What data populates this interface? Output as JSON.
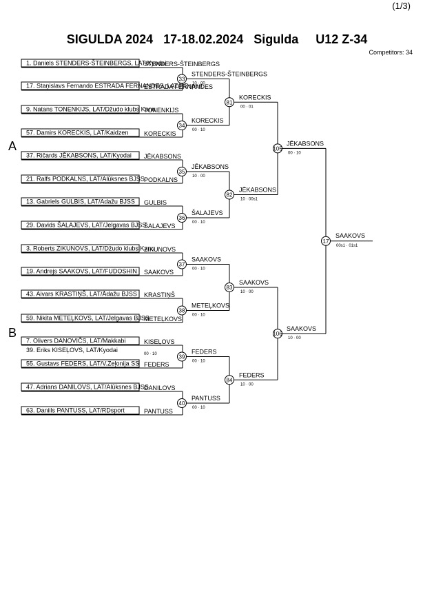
{
  "page_number": "(1/3)",
  "title": "SIGULDA 2024   17-18.02.2024   Sigulda     U12 Z-34",
  "competitors": "Competitors: 34",
  "pools": [
    "A",
    "B"
  ],
  "entries": [
    {
      "seed": "1. Daniels STENDERS-ŠTEINBERGS, LAT/Kyodai",
      "short": "STENDERS-ŠTEINBERGS"
    },
    {
      "seed": "17. Staņislavs Fernando ESTRADA FERNANDES, LAT/RDsport",
      "short": "ESTRADA FERNANDES"
    },
    {
      "seed": "9. Natans TONENKIJS, LAT/Džudo klubs Kanu",
      "short": "TONENKIJS"
    },
    {
      "seed": "57. Damirs KORECKIS, LAT/Kaidzen",
      "short": "KORECKIS"
    },
    {
      "seed": "37. Ričards JĒKABSONS, LAT/Kyodai",
      "short": "JĒKABSONS"
    },
    {
      "seed": "21. Ralfs PODKALNS, LAT/Alūksnes BJSS",
      "short": "PODKALNS"
    },
    {
      "seed": "13. Gabriels GULBIS, LAT/Adažu BJSS",
      "short": "GULBIS"
    },
    {
      "seed": "29. Davids ŠALAJEVS, LAT/Jelgavas BJSS",
      "short": "ŠALAJEVS"
    },
    {
      "seed": "3. Roberts ZIKUNOVS, LAT/Džudo klubs Kanu",
      "short": "ZIKUNOVS"
    },
    {
      "seed": "19. Andrejs SAAKOVS, LAT/FUDOSHIN",
      "short": "SAAKOVS"
    },
    {
      "seed": "43. Aivars KRASTIŅŠ, LAT/Ādažu BJSS",
      "short": "KRASTIŅŠ"
    },
    {
      "seed": "59. Nikita METEĻKOVS, LAT/Jelgavas BJSS",
      "short": "METEĻKOVS"
    },
    {
      "seed": "7. Olivers DANOVIČS, LAT/Makkabi",
      "short": "KISEĻOVS",
      "extra": "39. Eriks KISEĻOVS, LAT/Kyodai",
      "extra_score": "00 · 10"
    },
    {
      "seed": "55. Gustavs FEDERS, LAT/V.Zeļonija SS",
      "short": "FEDERS"
    },
    {
      "seed": "47. Adrians DANILOVS, LAT/Alūksnes BJSS",
      "short": "DANILOVS"
    },
    {
      "seed": "63. Daniils PANTUSS, LAT/RDsport",
      "short": "PANTUSS"
    }
  ],
  "round1": [
    {
      "num": "33",
      "winner": "STENDERS-ŠTEINBERGS",
      "score": "10 · 00"
    },
    {
      "num": "34",
      "winner": "KORECKIS",
      "score": "00 · 10"
    },
    {
      "num": "35",
      "winner": "JĒKABSONS",
      "score": "10 · 00"
    },
    {
      "num": "36",
      "winner": "ŠALAJEVS",
      "score": "00 · 10"
    },
    {
      "num": "37",
      "winner": "SAAKOVS",
      "score": "00 · 10"
    },
    {
      "num": "38",
      "winner": "METEĻKOVS",
      "score": "00 · 10"
    },
    {
      "num": "39",
      "winner": "FEDERS",
      "score": "00 · 10"
    },
    {
      "num": "40",
      "winner": "PANTUSS",
      "score": "00 · 10"
    }
  ],
  "round2": [
    {
      "num": "81",
      "winner": "KORECKIS",
      "score": "00 · 01"
    },
    {
      "num": "82",
      "winner": "JĒKABSONS",
      "score": "10 · 00s1"
    },
    {
      "num": "83",
      "winner": "SAAKOVS",
      "score": "10 · 00"
    },
    {
      "num": "84",
      "winner": "FEDERS",
      "score": "10 · 00"
    }
  ],
  "round3": [
    {
      "num": "105",
      "winner": "JĒKABSONS",
      "score": "00 · 10"
    },
    {
      "num": "106",
      "winner": "SAAKOVS",
      "score": "10 · 00"
    }
  ],
  "final": {
    "num": "17",
    "winner": "SAAKOVS",
    "score": "00s1 · 01s1"
  }
}
